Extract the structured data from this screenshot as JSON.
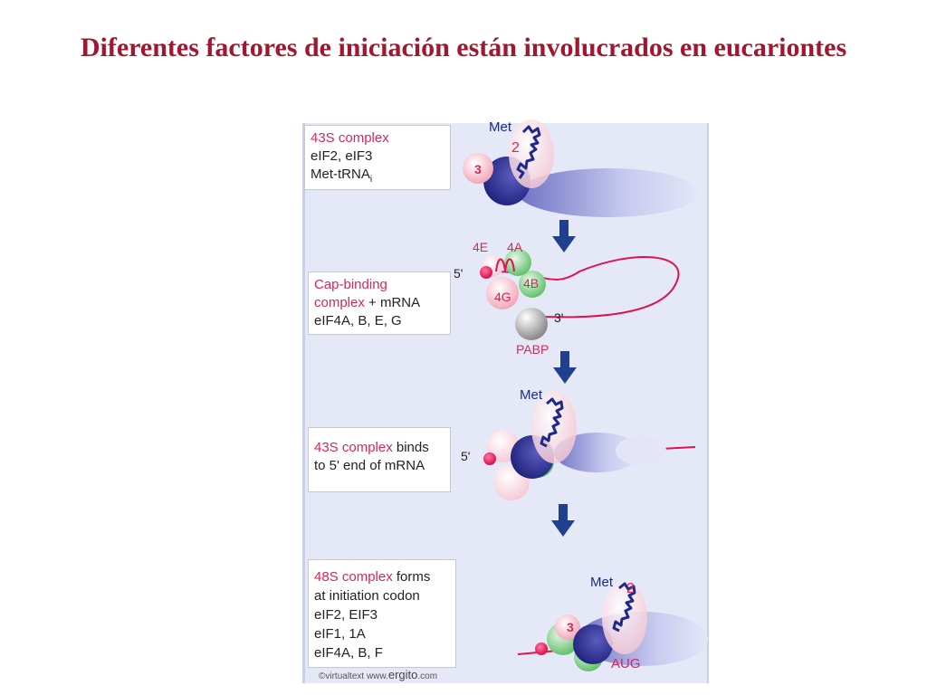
{
  "title": "Diferentes factores de iniciación están involucrados en eucariontes",
  "steps": [
    {
      "header": "43S complex",
      "header_rest": "",
      "lines": [
        "eIF2, eIF3",
        "Met-tRNA"
      ],
      "sub": "i"
    },
    {
      "header": "Cap-binding",
      "header_rest": "",
      "header2": "complex",
      "header2_rest": " + mRNA",
      "lines": [
        "eIF4A, B, E, G"
      ]
    },
    {
      "header": "43S complex",
      "header_rest": " binds",
      "lines": [
        "to 5' end of mRNA"
      ]
    },
    {
      "header": "48S complex",
      "header_rest": " forms",
      "lines": [
        "at initiation codon",
        "eIF2, EIF3",
        "eIF1, 1A",
        "eIF4A, B, F"
      ]
    }
  ],
  "labels": {
    "met": "Met",
    "eif2": "2",
    "eif3": "3",
    "e4e": "4E",
    "e4a": "4A",
    "e4b": "4B",
    "e4g": "4G",
    "five_prime": "5'",
    "three_prime": "3'",
    "pabp": "PABP",
    "aug": "AUG"
  },
  "footer": {
    "prefix": "©virtualtext  www.",
    "brand": "ergito",
    "suffix": ".com"
  },
  "colors": {
    "title": "#a0182f",
    "accent": "#d6275d",
    "arrow": "#1f3f8f",
    "panel": "#e5e9f7"
  }
}
